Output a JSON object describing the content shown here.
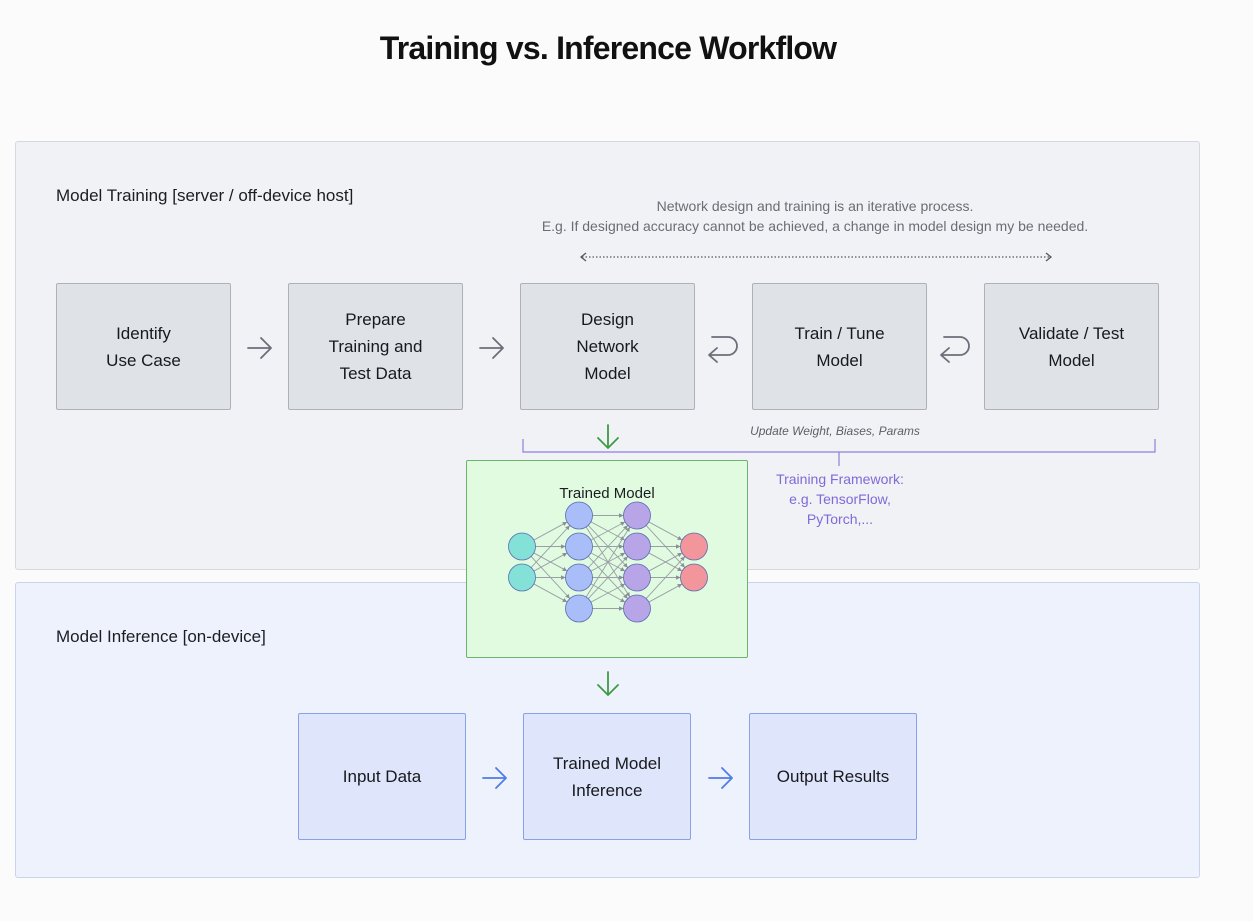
{
  "title": "Training vs. Inference Workflow",
  "training": {
    "label": "Model Training [server / off-device host]",
    "note_line1": "Network design and training is an iterative process.",
    "note_line2": "E.g. If designed accuracy cannot be achieved, a change in model design my be needed.",
    "steps": [
      {
        "label": "Identify\nUse Case"
      },
      {
        "label": "Prepare\nTraining and\nTest Data"
      },
      {
        "label": "Design\nNetwork\nModel"
      },
      {
        "label": "Train / Tune\nModel"
      },
      {
        "label": "Validate / Test\nModel"
      }
    ],
    "update_text": "Update Weight, Biases, Params",
    "framework_text": "Training Framework:\ne.g. TensorFlow,\nPyTorch,..."
  },
  "trained_model": {
    "label": "Trained Model",
    "network_layers": [
      2,
      4,
      4,
      2
    ],
    "layer_colors": [
      "#84e1d8",
      "#a9bdf9",
      "#b7a5e8",
      "#f2969c"
    ]
  },
  "inference": {
    "label": "Model Inference [on-device]",
    "steps": [
      {
        "label": "Input Data"
      },
      {
        "label": "Trained Model\nInference"
      },
      {
        "label": "Output Results"
      }
    ]
  },
  "colors": {
    "training_arrow": "#6b6f7a",
    "inference_arrow": "#4f7ce8",
    "green_arrow": "#3e9a44",
    "framework_bracket": "#8e7fe0"
  }
}
